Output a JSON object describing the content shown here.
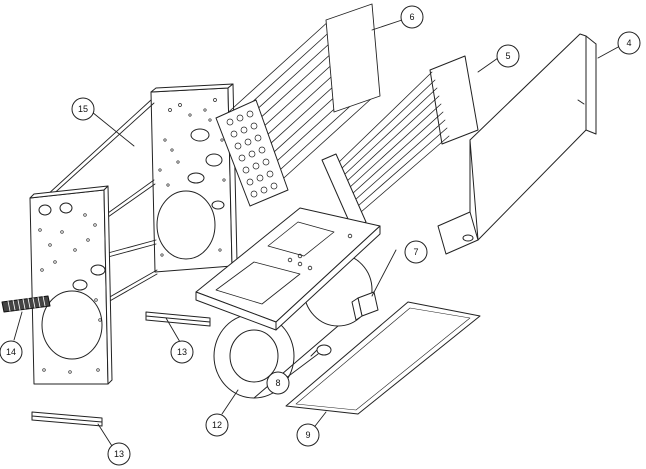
{
  "diagram": {
    "callouts": [
      {
        "id": "c4",
        "label": "4"
      },
      {
        "id": "c5",
        "label": "5"
      },
      {
        "id": "c6",
        "label": "6"
      },
      {
        "id": "c7",
        "label": "7"
      },
      {
        "id": "c8",
        "label": "8"
      },
      {
        "id": "c9",
        "label": "9"
      },
      {
        "id": "c12",
        "label": "12"
      },
      {
        "id": "c13a",
        "label": "13"
      },
      {
        "id": "c13b",
        "label": "13"
      },
      {
        "id": "c14",
        "label": "14"
      },
      {
        "id": "c15",
        "label": "15"
      }
    ],
    "colors": {
      "line": "#222222",
      "light": "#9a9a9a",
      "fill": "#ffffff"
    }
  }
}
